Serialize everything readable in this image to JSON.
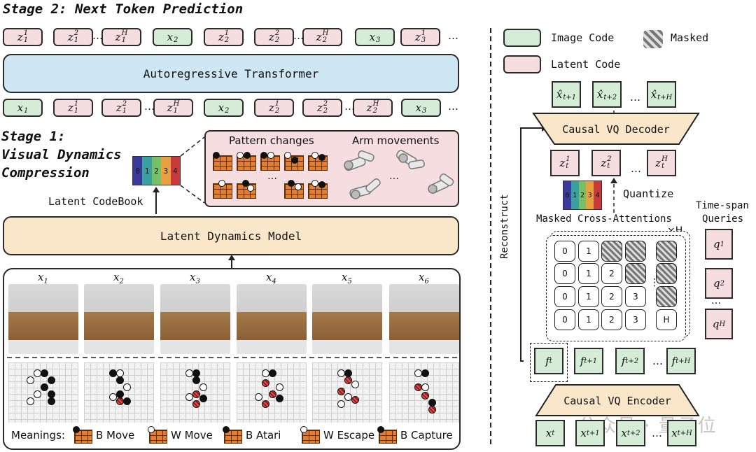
{
  "stage2": {
    "title": "Stage 2: Next Token Prediction"
  },
  "stage1": {
    "title_line1": "Stage 1:",
    "title_line2": "Visual Dynamics",
    "title_line3": "Compression"
  },
  "top_tokens": [
    {
      "base": "z",
      "sub": "1",
      "sup": "1",
      "kind": "latent"
    },
    {
      "base": "z",
      "sub": "1",
      "sup": "2",
      "kind": "latent"
    },
    {
      "base": "z",
      "sub": "1",
      "sup": "H",
      "kind": "latent"
    },
    {
      "base": "x",
      "sub": "2",
      "sup": "",
      "kind": "image"
    },
    {
      "base": "z",
      "sub": "2",
      "sup": "1",
      "kind": "latent"
    },
    {
      "base": "z",
      "sub": "2",
      "sup": "2",
      "kind": "latent"
    },
    {
      "base": "z",
      "sub": "2",
      "sup": "H",
      "kind": "latent"
    },
    {
      "base": "x",
      "sub": "3",
      "sup": "",
      "kind": "image"
    },
    {
      "base": "z",
      "sub": "3",
      "sup": "1",
      "kind": "latent"
    }
  ],
  "bottom_tokens": [
    {
      "base": "x",
      "sub": "1",
      "sup": "",
      "kind": "image"
    },
    {
      "base": "z",
      "sub": "1",
      "sup": "1",
      "kind": "latent"
    },
    {
      "base": "z",
      "sub": "1",
      "sup": "2",
      "kind": "latent"
    },
    {
      "base": "z",
      "sub": "1",
      "sup": "H",
      "kind": "latent"
    },
    {
      "base": "x",
      "sub": "2",
      "sup": "",
      "kind": "image"
    },
    {
      "base": "z",
      "sub": "2",
      "sup": "1",
      "kind": "latent"
    },
    {
      "base": "z",
      "sub": "2",
      "sup": "2",
      "kind": "latent"
    },
    {
      "base": "z",
      "sub": "2",
      "sup": "H",
      "kind": "latent"
    },
    {
      "base": "x",
      "sub": "3",
      "sup": "",
      "kind": "image"
    }
  ],
  "ellipsis": "…",
  "autoregressive": "Autoregressive Transformer",
  "codebook": {
    "label": "Latent CodeBook",
    "codes": [
      "0",
      "1",
      "2",
      "3",
      "4"
    ],
    "colors": [
      "#3a3a9a",
      "#3aa0a0",
      "#78c068",
      "#e8a040",
      "#c83a3a"
    ]
  },
  "pattern_changes": "Pattern changes",
  "arm_movements": "Arm movements",
  "ldm": "Latent Dynamics Model",
  "frames": [
    {
      "base": "x",
      "sub": "1"
    },
    {
      "base": "x",
      "sub": "2"
    },
    {
      "base": "x",
      "sub": "3"
    },
    {
      "base": "x",
      "sub": "4"
    },
    {
      "base": "x",
      "sub": "5"
    },
    {
      "base": "x",
      "sub": "6"
    }
  ],
  "meanings": {
    "label": "Meanings:",
    "items": [
      "B Move",
      "W Move",
      "B Atari",
      "W Escape",
      "B Capture"
    ]
  },
  "legend": {
    "image_code": "Image Code",
    "masked": "Masked",
    "latent_code": "Latent Code"
  },
  "decoder": {
    "title": "Causal VQ Decoder",
    "outputs": [
      {
        "base": "x̂",
        "sub": "t+1"
      },
      {
        "base": "x̂",
        "sub": "t+2"
      },
      {
        "base": "x̂",
        "sub": "t+H"
      }
    ]
  },
  "latents": [
    {
      "base": "z",
      "sub": "t",
      "sup": "1"
    },
    {
      "base": "z",
      "sub": "t",
      "sup": "2"
    },
    {
      "base": "z",
      "sub": "t",
      "sup": "H"
    }
  ],
  "quantize": "Quantize",
  "reconstruct": "Reconstruct",
  "mca": "Masked Cross-Attentions",
  "times_h": "×H",
  "time_span": {
    "line1": "Time-span",
    "line2": "Queries"
  },
  "queries": [
    {
      "base": "q",
      "sup": "1"
    },
    {
      "base": "q",
      "sup": "2"
    },
    {
      "base": "q",
      "sup": "H"
    }
  ],
  "mask_grid": [
    [
      "0",
      "1",
      "M",
      "M",
      "",
      "M"
    ],
    [
      "0",
      "1",
      "2",
      "M",
      "",
      "M"
    ],
    [
      "0",
      "1",
      "2",
      "3",
      "",
      "M"
    ],
    [
      "0",
      "1",
      "2",
      "3",
      "",
      "H"
    ]
  ],
  "features": [
    {
      "base": "f",
      "sub": "t"
    },
    {
      "base": "f",
      "sub": "t+1"
    },
    {
      "base": "f",
      "sub": "t+2"
    },
    {
      "base": "f",
      "sub": "t+H"
    }
  ],
  "encoder": {
    "title": "Causal VQ Encoder"
  },
  "inputs": [
    {
      "base": "x",
      "sub": "t"
    },
    {
      "base": "x",
      "sub": "t+1"
    },
    {
      "base": "x",
      "sub": "t+2"
    },
    {
      "base": "x",
      "sub": "t+H"
    }
  ],
  "watermark": "公众号 · 量子位"
}
